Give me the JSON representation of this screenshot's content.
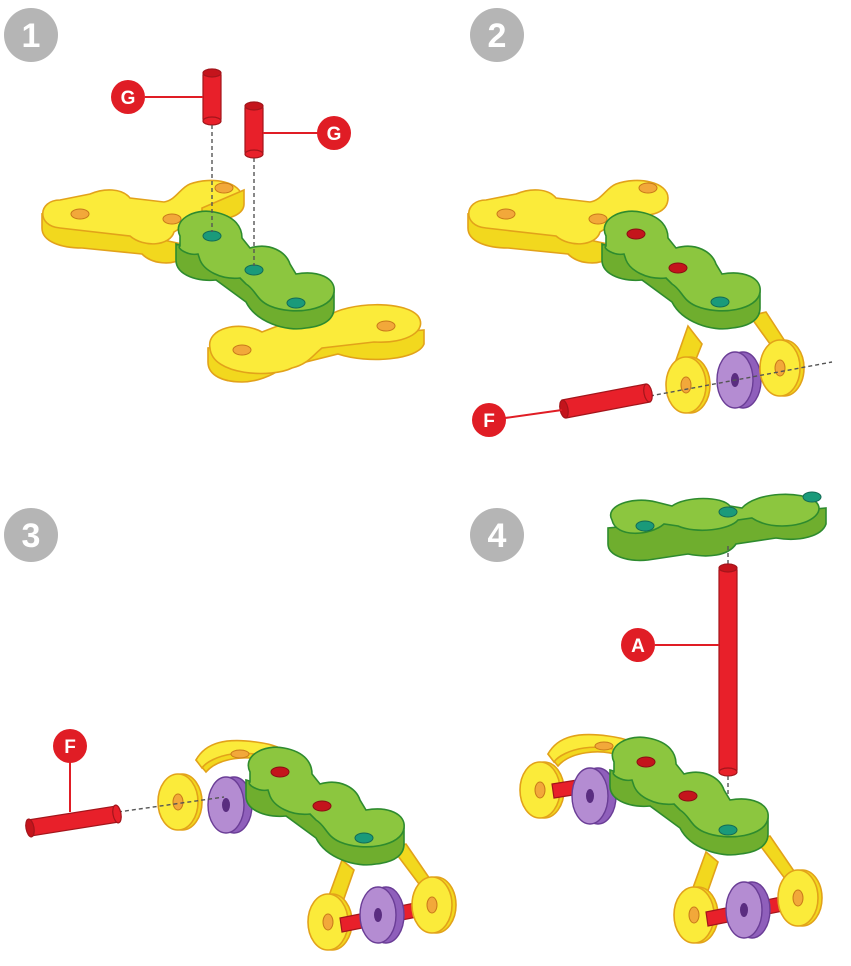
{
  "steps": [
    {
      "number": "1",
      "parts": [
        "G",
        "G"
      ]
    },
    {
      "number": "2",
      "parts": [
        "F"
      ]
    },
    {
      "number": "3",
      "parts": [
        "F"
      ]
    },
    {
      "number": "4",
      "parts": [
        "A"
      ]
    }
  ],
  "colors": {
    "step_badge": "#b5b5b5",
    "part_label": "#e01d25",
    "yellow_piece": "#fbeb3a",
    "green_piece": "#8cc63f",
    "purple_wheel": "#9b6cc4",
    "red_rod": "#e8202a"
  }
}
